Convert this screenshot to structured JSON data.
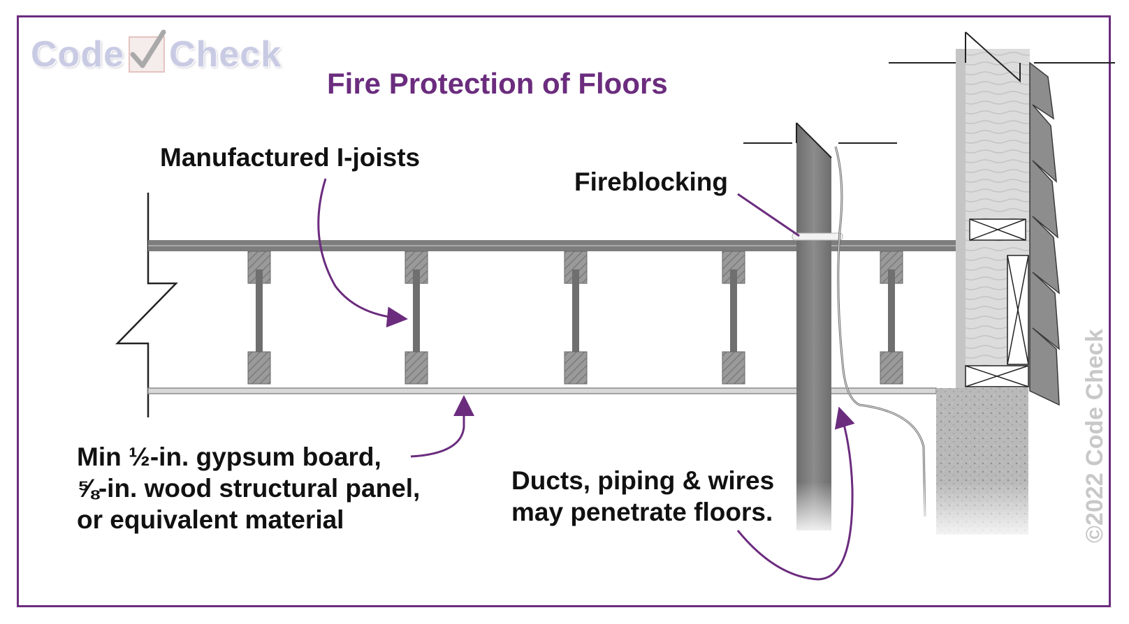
{
  "logo": {
    "word1": "Code",
    "word2": "Check",
    "mark": "checkmark-icon"
  },
  "title": "Fire Protection of Floors",
  "labels": {
    "joists": "Manufactured I-joists",
    "fireblocking": "Fireblocking",
    "ceiling_line1": "Min ½-in. gypsum board,",
    "ceiling_line2": "⅝-in. wood structural panel,",
    "ceiling_line3": "or equivalent material",
    "penetrations_line1": "Ducts, piping & wires",
    "penetrations_line2": "may penetrate floors."
  },
  "copyright": "©2022 Code Check",
  "colors": {
    "accent": "#6b2c7e",
    "logo": "#c9cbe4",
    "watermark": "#c8c8c8"
  }
}
